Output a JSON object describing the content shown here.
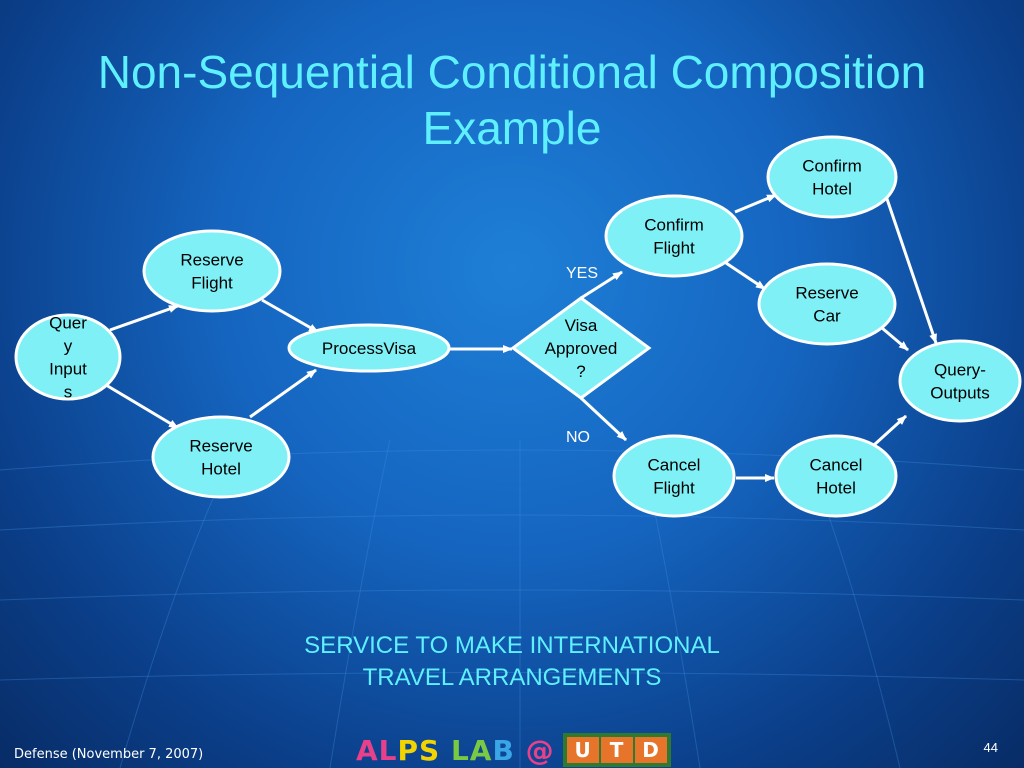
{
  "slide": {
    "title_line1": "Non-Sequential Conditional Composition",
    "title_line2": "Example",
    "subtitle_line1": "SERVICE TO MAKE INTERNATIONAL",
    "subtitle_line2": "TRAVEL ARRANGEMENTS",
    "footer": "Defense (November 7, 2007)",
    "page_number": "44"
  },
  "logo": {
    "text": "ALPS LAB @",
    "badge": [
      "U",
      "T",
      "D"
    ]
  },
  "diagram": {
    "nodes": [
      {
        "id": "query-inputs",
        "shape": "ellipse",
        "lines": [
          "Quer",
          "y",
          "Input",
          "s"
        ]
      },
      {
        "id": "reserve-flight",
        "shape": "ellipse",
        "lines": [
          "Reserve",
          "Flight"
        ]
      },
      {
        "id": "reserve-hotel",
        "shape": "ellipse",
        "lines": [
          "Reserve",
          "Hotel"
        ]
      },
      {
        "id": "process-visa",
        "shape": "ellipse",
        "lines": [
          "ProcessVisa"
        ]
      },
      {
        "id": "visa-approved",
        "shape": "diamond",
        "lines": [
          "Visa",
          "Approved",
          "?"
        ]
      },
      {
        "id": "confirm-flight",
        "shape": "ellipse",
        "lines": [
          "Confirm",
          "Flight"
        ]
      },
      {
        "id": "confirm-hotel",
        "shape": "ellipse",
        "lines": [
          "Confirm",
          "Hotel"
        ]
      },
      {
        "id": "reserve-car",
        "shape": "ellipse",
        "lines": [
          "Reserve",
          "Car"
        ]
      },
      {
        "id": "cancel-flight",
        "shape": "ellipse",
        "lines": [
          "Cancel",
          "Flight"
        ]
      },
      {
        "id": "cancel-hotel",
        "shape": "ellipse",
        "lines": [
          "Cancel",
          "Hotel"
        ]
      },
      {
        "id": "query-outputs",
        "shape": "ellipse",
        "lines": [
          "Query-",
          "Outputs"
        ]
      }
    ],
    "edges": [
      {
        "from": "query-inputs",
        "to": "reserve-flight"
      },
      {
        "from": "query-inputs",
        "to": "reserve-hotel"
      },
      {
        "from": "reserve-flight",
        "to": "process-visa"
      },
      {
        "from": "reserve-hotel",
        "to": "process-visa"
      },
      {
        "from": "process-visa",
        "to": "visa-approved"
      },
      {
        "from": "visa-approved",
        "to": "confirm-flight",
        "label": "YES"
      },
      {
        "from": "visa-approved",
        "to": "cancel-flight",
        "label": "NO"
      },
      {
        "from": "confirm-flight",
        "to": "confirm-hotel"
      },
      {
        "from": "confirm-flight",
        "to": "reserve-car"
      },
      {
        "from": "confirm-hotel",
        "to": "query-outputs"
      },
      {
        "from": "reserve-car",
        "to": "query-outputs"
      },
      {
        "from": "cancel-flight",
        "to": "cancel-hotel"
      },
      {
        "from": "cancel-hotel",
        "to": "query-outputs"
      }
    ],
    "colors": {
      "node_fill": "#7ff0f5",
      "node_stroke": "#ffffff",
      "arrow": "#ffffff"
    }
  }
}
